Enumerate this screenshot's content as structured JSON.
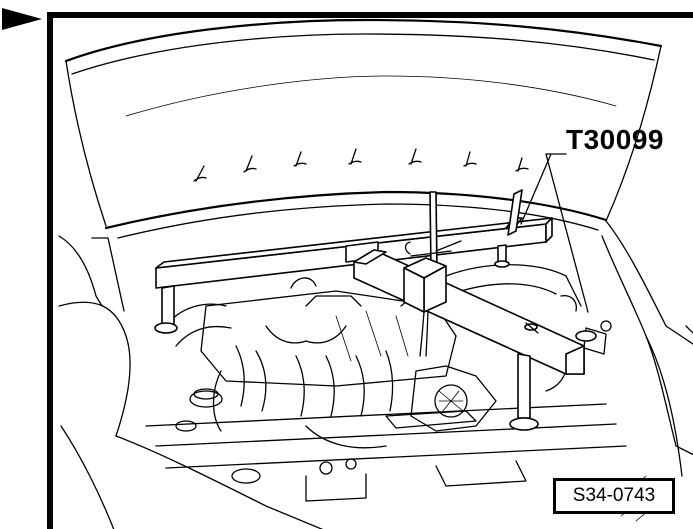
{
  "diagram": {
    "tool_label": "T30099",
    "figure_id": "S34-0743",
    "pointer_icon": "right-triangle-arrow",
    "colors": {
      "line": "#000000",
      "background": "#ffffff"
    }
  }
}
